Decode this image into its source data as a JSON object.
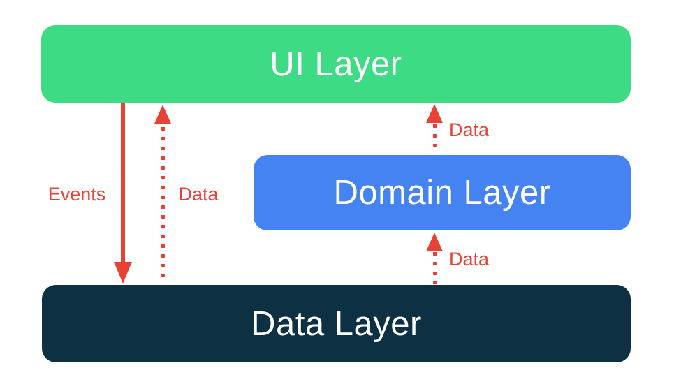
{
  "diagram": {
    "boxes": [
      {
        "id": "ui-layer",
        "label": "UI Layer",
        "color": "#3ddc84",
        "text_color": "#ffffff"
      },
      {
        "id": "domain-layer",
        "label": "Domain Layer",
        "color": "#4683f2",
        "text_color": "#ffffff"
      },
      {
        "id": "data-layer",
        "label": "Data Layer",
        "color": "#0d3142",
        "text_color": "#ffffff"
      }
    ],
    "arrows": [
      {
        "id": "events-ui-to-data",
        "label": "Events",
        "style": "solid",
        "direction": "down",
        "color": "#e94235"
      },
      {
        "id": "data-data-to-ui",
        "label": "Data",
        "style": "dotted",
        "direction": "up",
        "color": "#e94235"
      },
      {
        "id": "data-domain-to-ui",
        "label": "Data",
        "style": "dotted",
        "direction": "up",
        "color": "#e94235"
      },
      {
        "id": "data-data-to-domain",
        "label": "Data",
        "style": "dotted",
        "direction": "up",
        "color": "#e94235"
      }
    ]
  },
  "colors": {
    "background": "#ffffff",
    "green": "#3ddc84",
    "blue": "#4683f2",
    "navy": "#0d3142",
    "red": "#e94235",
    "white": "#ffffff"
  }
}
